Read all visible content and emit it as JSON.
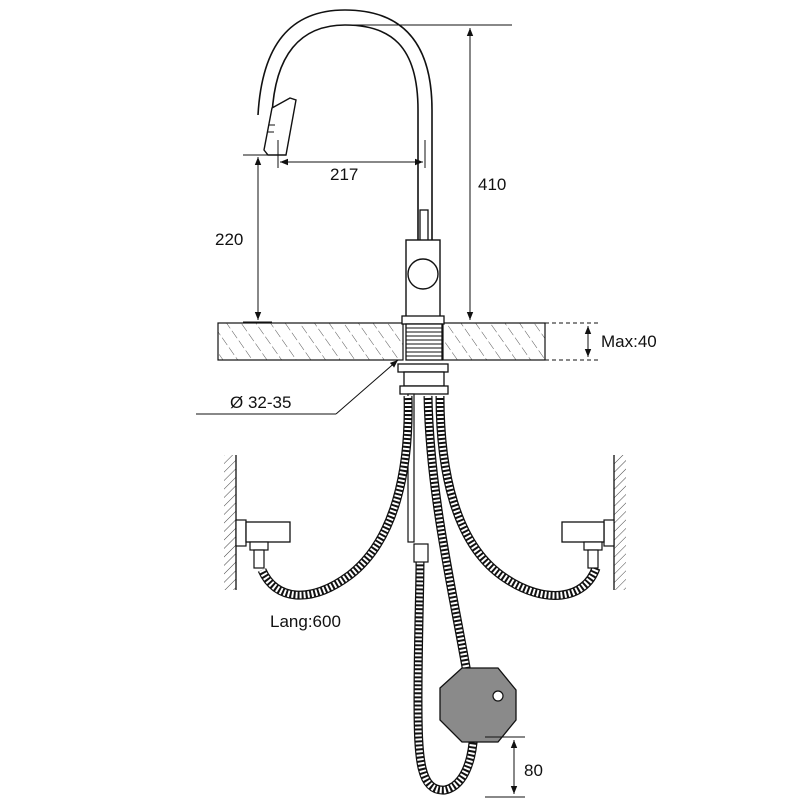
{
  "dimensions": {
    "spout_reach": "217",
    "total_height": "410",
    "spout_clearance": "220",
    "max_counter_thickness": "Max:40",
    "hole_diameter": "Ø 32-35",
    "hose_length": "Lang:600",
    "weight_clearance": "80"
  },
  "colors": {
    "line": "#111111",
    "weight_fill": "#8a8a8a",
    "hose_fill": "#ffffff",
    "background": "#ffffff"
  }
}
